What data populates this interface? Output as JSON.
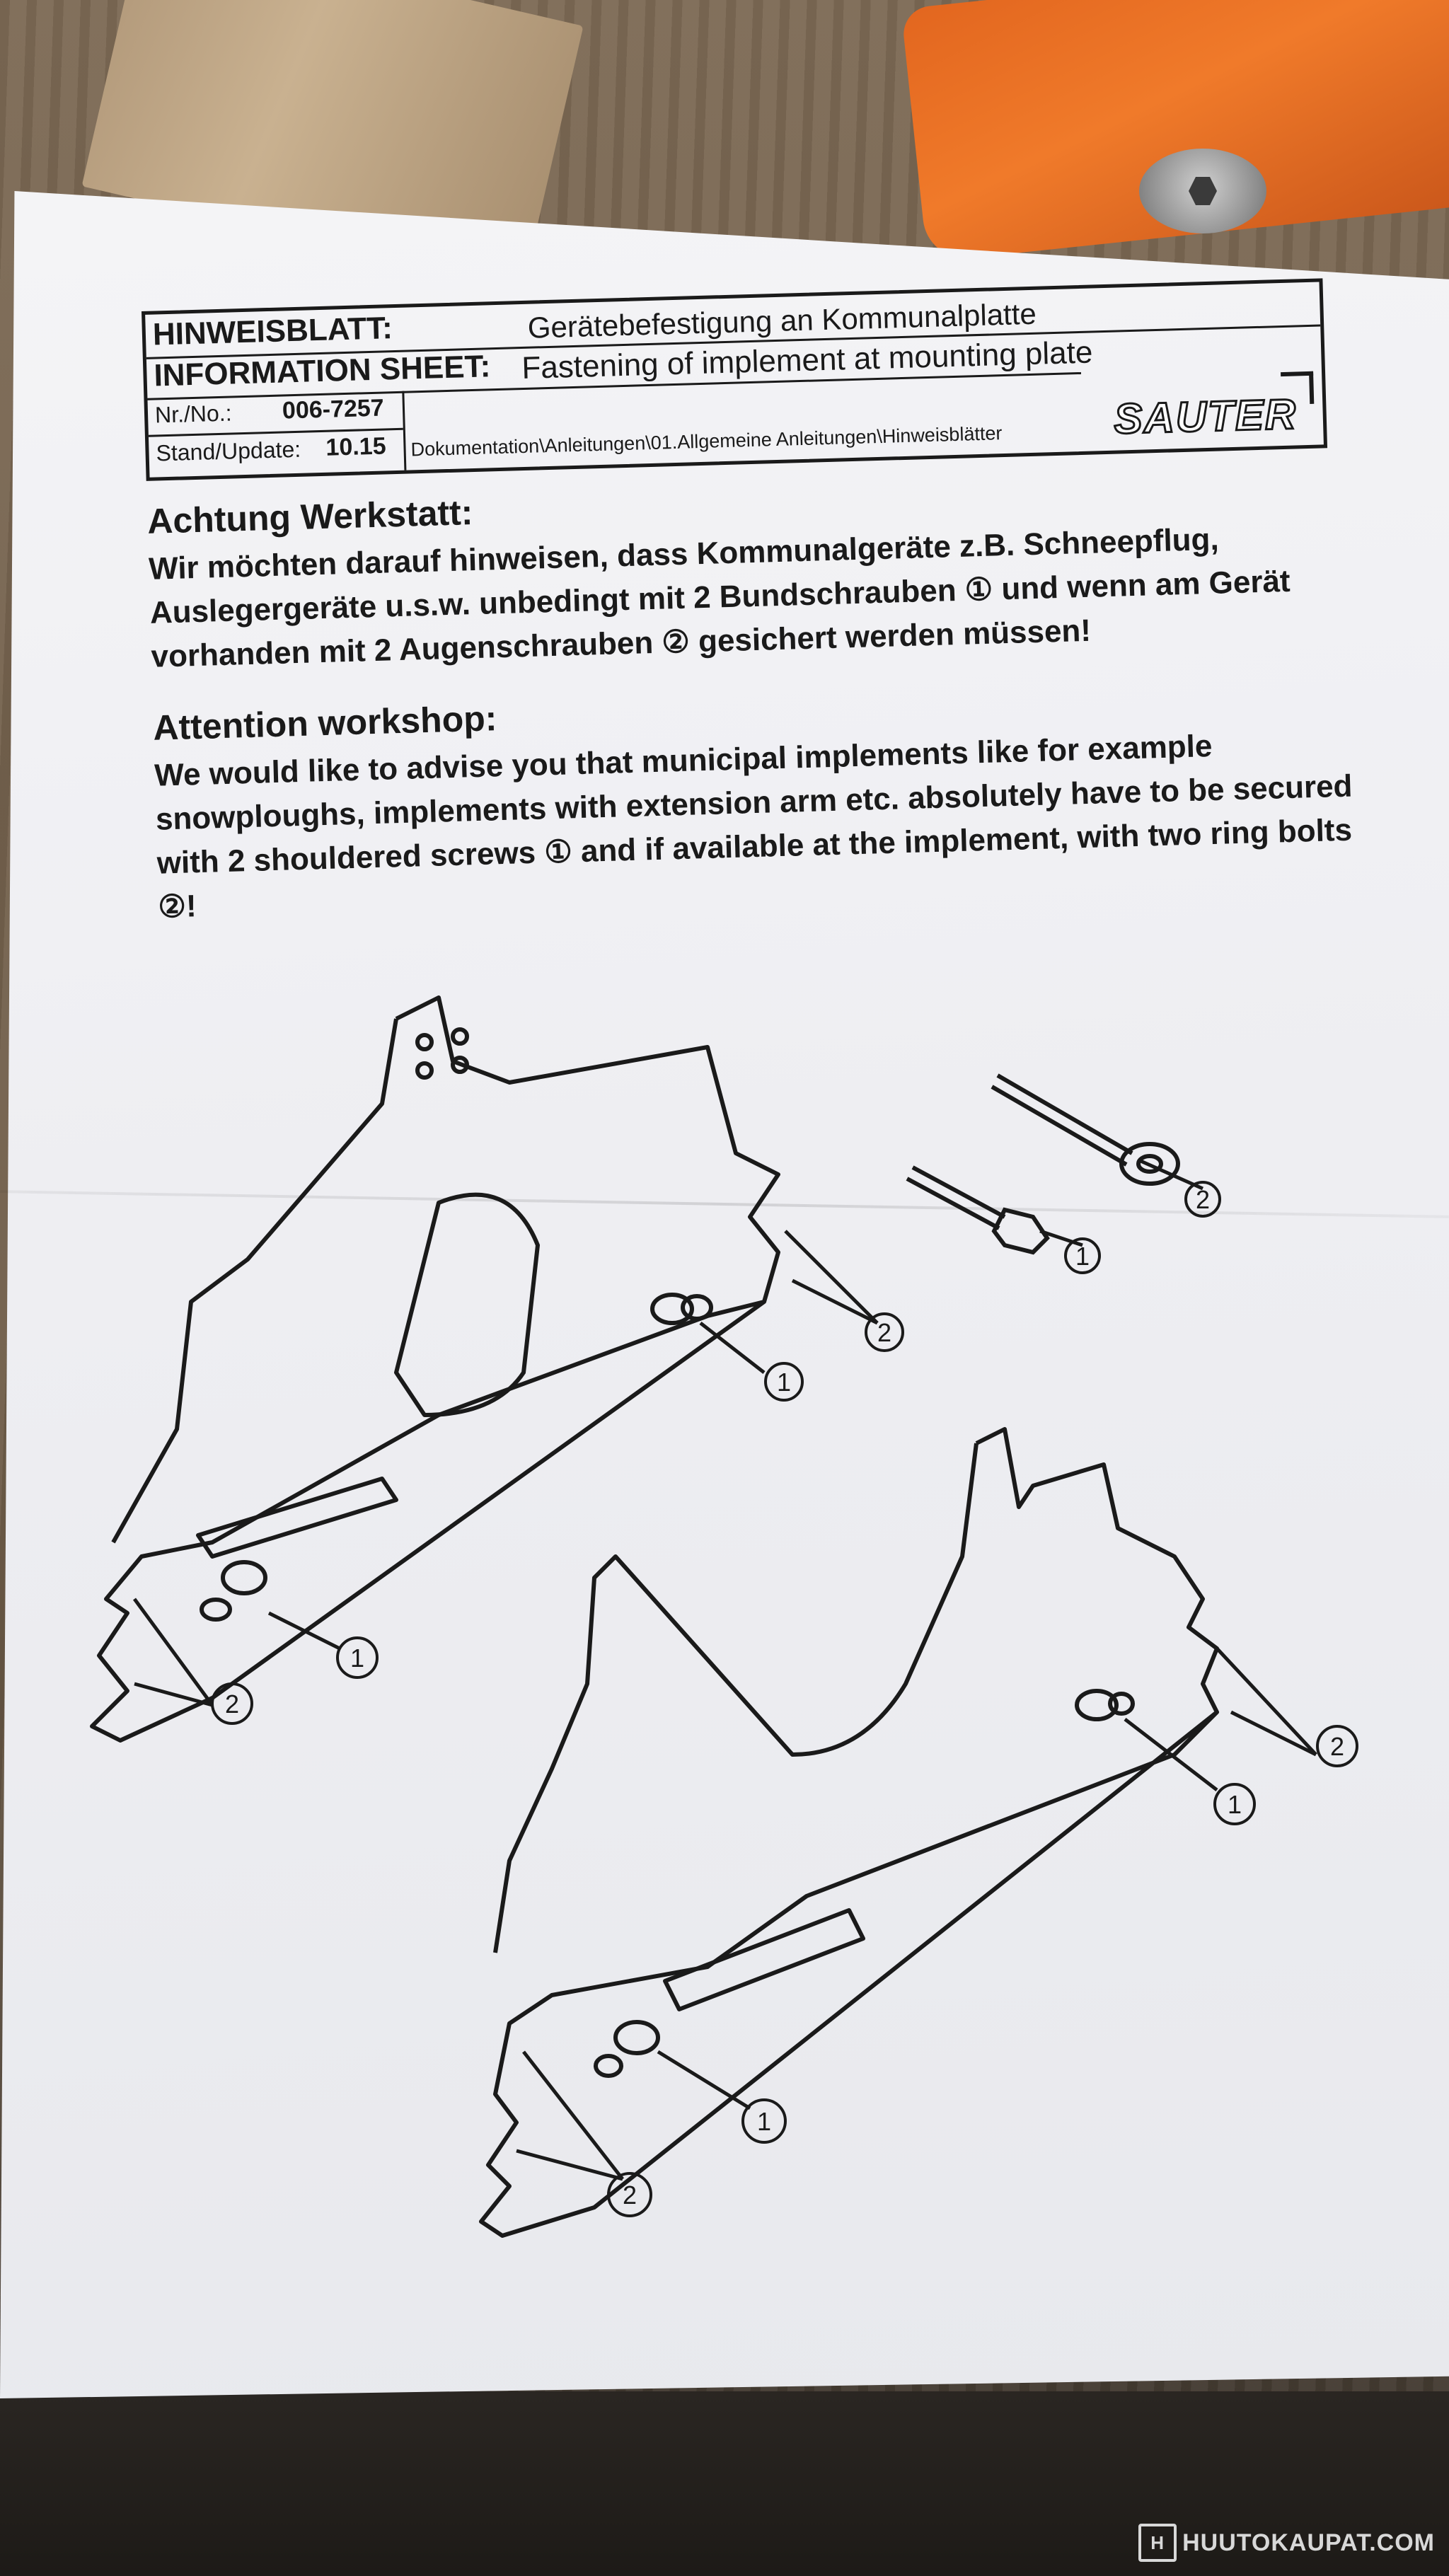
{
  "sheet": {
    "hinweisblatt": "HINWEISBLATT:",
    "information_sheet": "INFORMATION SHEET:",
    "title_de": "Gerätebefestigung an Kommunalplatte",
    "title_en": "Fastening of implement at mounting plate",
    "nr_label": "Nr./No.:",
    "nr_value": "006-7257",
    "stand_label": "Stand/Update:",
    "stand_value": "10.15",
    "path": "Dokumentation\\Anleitungen\\01.Allgemeine Anleitungen\\Hinweisblätter",
    "logo": "SAUTER"
  },
  "german": {
    "title": "Achtung Werkstatt:",
    "body": "Wir möchten darauf hinweisen, dass Kommunalgeräte z.B. Schneepflug, Auslegergeräte u.s.w. unbedingt mit 2 Bundschrauben ① und wenn am Gerät vorhanden mit 2 Augenschrauben ② gesichert werden müssen!"
  },
  "english": {
    "title": "Attention workshop:",
    "body": "We would like to advise you that municipal implements like for example snowploughs, implements with extension arm etc. absolutely have to be secured with 2 shouldered screws ① and if available at the implement, with two ring bolts ②!"
  },
  "callouts": {
    "one": "1",
    "two": "2"
  },
  "watermark": "HUUTOKAUPAT.COM",
  "colors": {
    "paper": "#eeeef2",
    "ink": "#1a1a1a",
    "orange": "#f07a2a"
  }
}
